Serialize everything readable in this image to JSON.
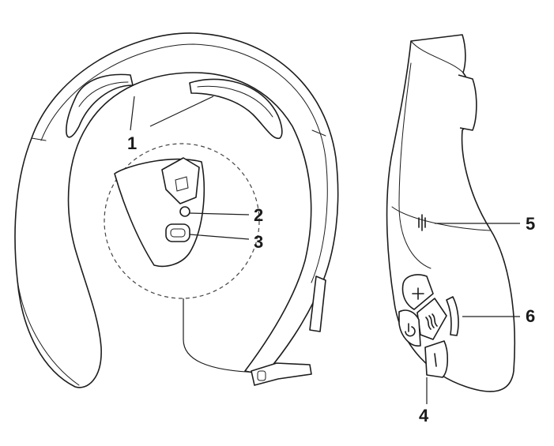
{
  "diagram": {
    "callouts": [
      {
        "id": "1",
        "label": "1"
      },
      {
        "id": "2",
        "label": "2"
      },
      {
        "id": "3",
        "label": "3"
      },
      {
        "id": "4",
        "label": "4"
      },
      {
        "id": "5",
        "label": "5"
      },
      {
        "id": "6",
        "label": "6"
      }
    ],
    "stroke_color": "#1d1d1d",
    "background_color": "#ffffff",
    "icons": [
      "usb-c-port-icon",
      "indicator-light-icon",
      "plus-icon",
      "minus-icon",
      "power-icon",
      "heat-icon",
      "microphone-icon"
    ]
  }
}
